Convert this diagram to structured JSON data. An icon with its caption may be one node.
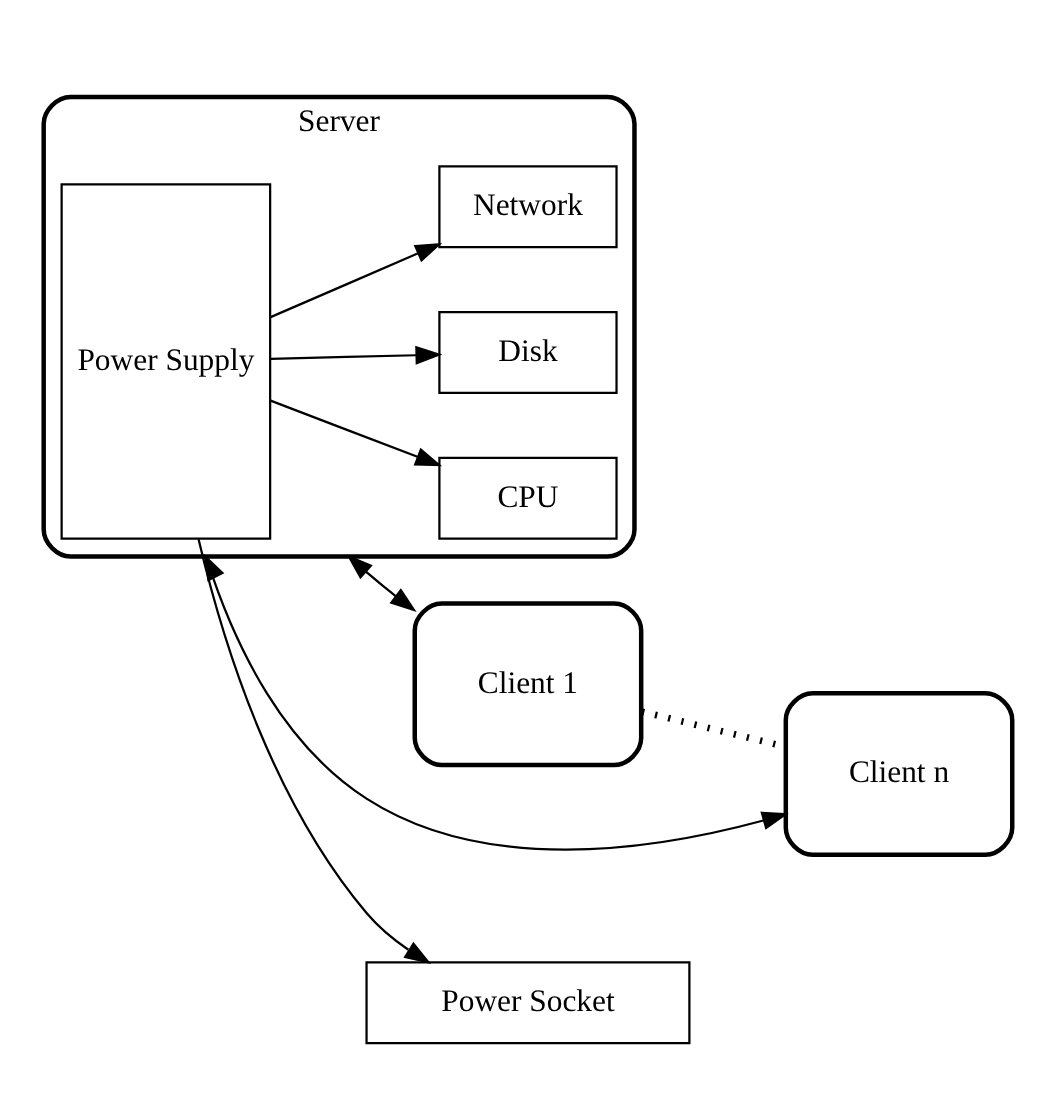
{
  "diagram": {
    "nodes": [
      {
        "text": [
          "Server"
        ]
      },
      {
        "text": [
          "Power Supply"
        ],
        "in": 0
      },
      {
        "text": [
          "CPU"
        ],
        "in": 0
      },
      {
        "text": [
          "Disk"
        ],
        "in": 0
      },
      {
        "text": [
          "Network"
        ],
        "in": 0
      },
      {
        "text": [
          "Client 1"
        ]
      },
      {
        "text": [
          "Client n"
        ]
      },
      {
        "text": [
          "Power Socket"
        ]
      }
    ],
    "edges": [
      {
        "from": 1,
        "to": 2,
        "arrow": "to"
      },
      {
        "from": 1,
        "to": 3,
        "arrow": "to"
      },
      {
        "from": 1,
        "to": 4,
        "arrow": "to"
      },
      {
        "from": 1,
        "to": 7,
        "arrow": "to"
      },
      {
        "from": 0,
        "to": 5,
        "arrow": "both"
      },
      {
        "from": 0,
        "to": 6,
        "arrow": "both"
      },
      {
        "from": 5,
        "to": 6,
        "arrow": "none",
        "style": "dashed"
      }
    ]
  }
}
